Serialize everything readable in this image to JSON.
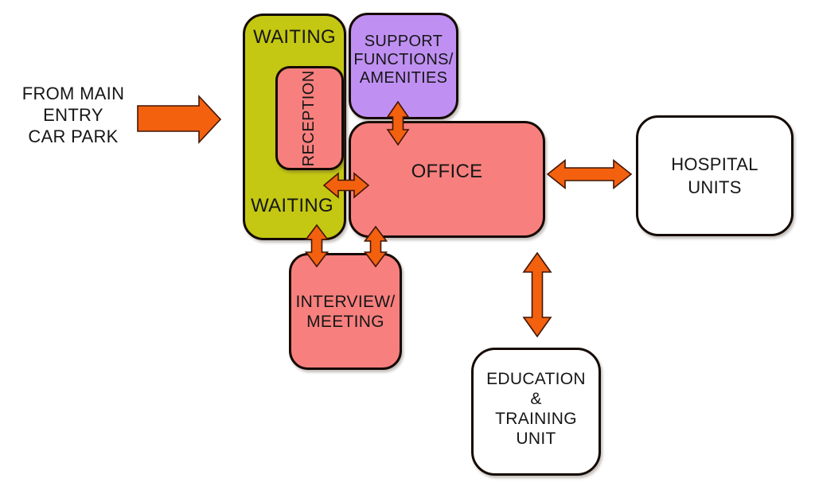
{
  "colors": {
    "canvas": "#ffffff",
    "box-yellow": "#c4c812",
    "box-pink": "#f7807e",
    "box-purple": "#bf90f2",
    "box-white": "#ffffff",
    "box-border": "#150a02",
    "arrow": "#f3610f",
    "arrow-outline": "#421607",
    "text": "#161616"
  },
  "diagram": {
    "entry_label": "FROM MAIN\nENTRY\nCAR PARK",
    "nodes": {
      "waiting": {
        "label_top": "WAITING",
        "label_bottom": "WAITING",
        "fill": "#c4c812"
      },
      "reception": {
        "label": "RECEPTION",
        "fill": "#f7807e"
      },
      "support": {
        "label": "SUPPORT\nFUNCTIONS/\nAMENITIES",
        "fill": "#bf90f2"
      },
      "office": {
        "label": "OFFICE",
        "fill": "#f7807e"
      },
      "hospital_units": {
        "label": "HOSPITAL\nUNITS",
        "fill": "#ffffff"
      },
      "interview_meeting": {
        "label": "INTERVIEW/\nMEETING",
        "fill": "#f7807e"
      },
      "education_training": {
        "label": "EDUCATION\n&\nTRAINING\nUNIT",
        "fill": "#ffffff"
      }
    },
    "connections": [
      {
        "from": "main-entry-car-park",
        "to": "waiting",
        "style": "single-arrow-right"
      },
      {
        "from": "support-functions-amenities",
        "to": "office",
        "style": "double-arrow"
      },
      {
        "from": "waiting",
        "to": "office",
        "style": "double-arrow"
      },
      {
        "from": "office",
        "to": "hospital-units",
        "style": "double-arrow"
      },
      {
        "from": "waiting",
        "to": "interview-meeting",
        "style": "double-arrow"
      },
      {
        "from": "office",
        "to": "interview-meeting",
        "style": "double-arrow"
      },
      {
        "from": "office",
        "to": "education-training-unit",
        "style": "double-arrow"
      }
    ]
  }
}
